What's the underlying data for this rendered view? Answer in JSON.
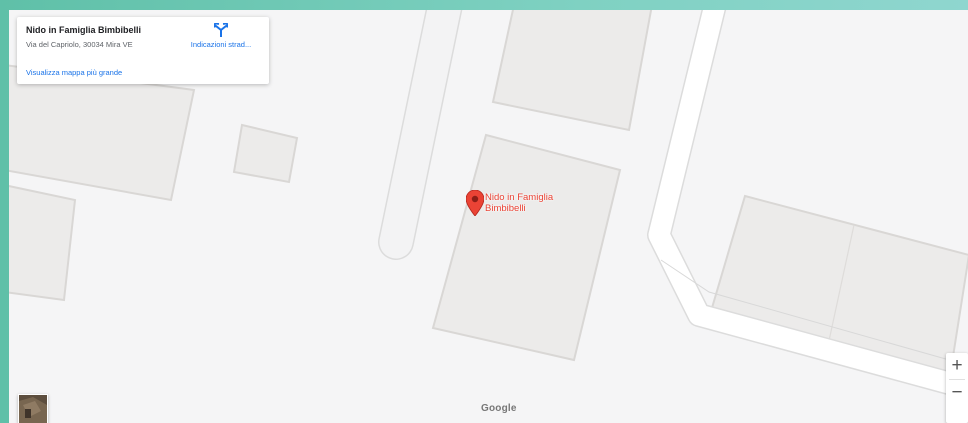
{
  "place": {
    "name": "Nido in Famiglia Bimbibelli",
    "address": "Via del Capriolo, 30034 Mira VE",
    "directions_label": "Indicazioni strad...",
    "bigger_map_link": "Visualizza mappa più grande"
  },
  "marker": {
    "label_line1": "Nido in Famiglia",
    "label_line2": "Bimbibelli"
  },
  "controls": {
    "zoom_in": "+",
    "zoom_out": "−"
  },
  "branding": {
    "logo": "Google"
  },
  "colors": {
    "marker": "#ea4335",
    "link": "#1a73e8",
    "map_background": "#f5f5f6",
    "building": "#ecebea",
    "building_shadow": "#d9d7d5",
    "road": "#ffffff",
    "road_edge": "#dcdcdc"
  },
  "icons": {
    "directions": "directions-icon",
    "marker": "map-pin-icon",
    "zoom_in": "plus-icon",
    "zoom_out": "minus-icon"
  }
}
